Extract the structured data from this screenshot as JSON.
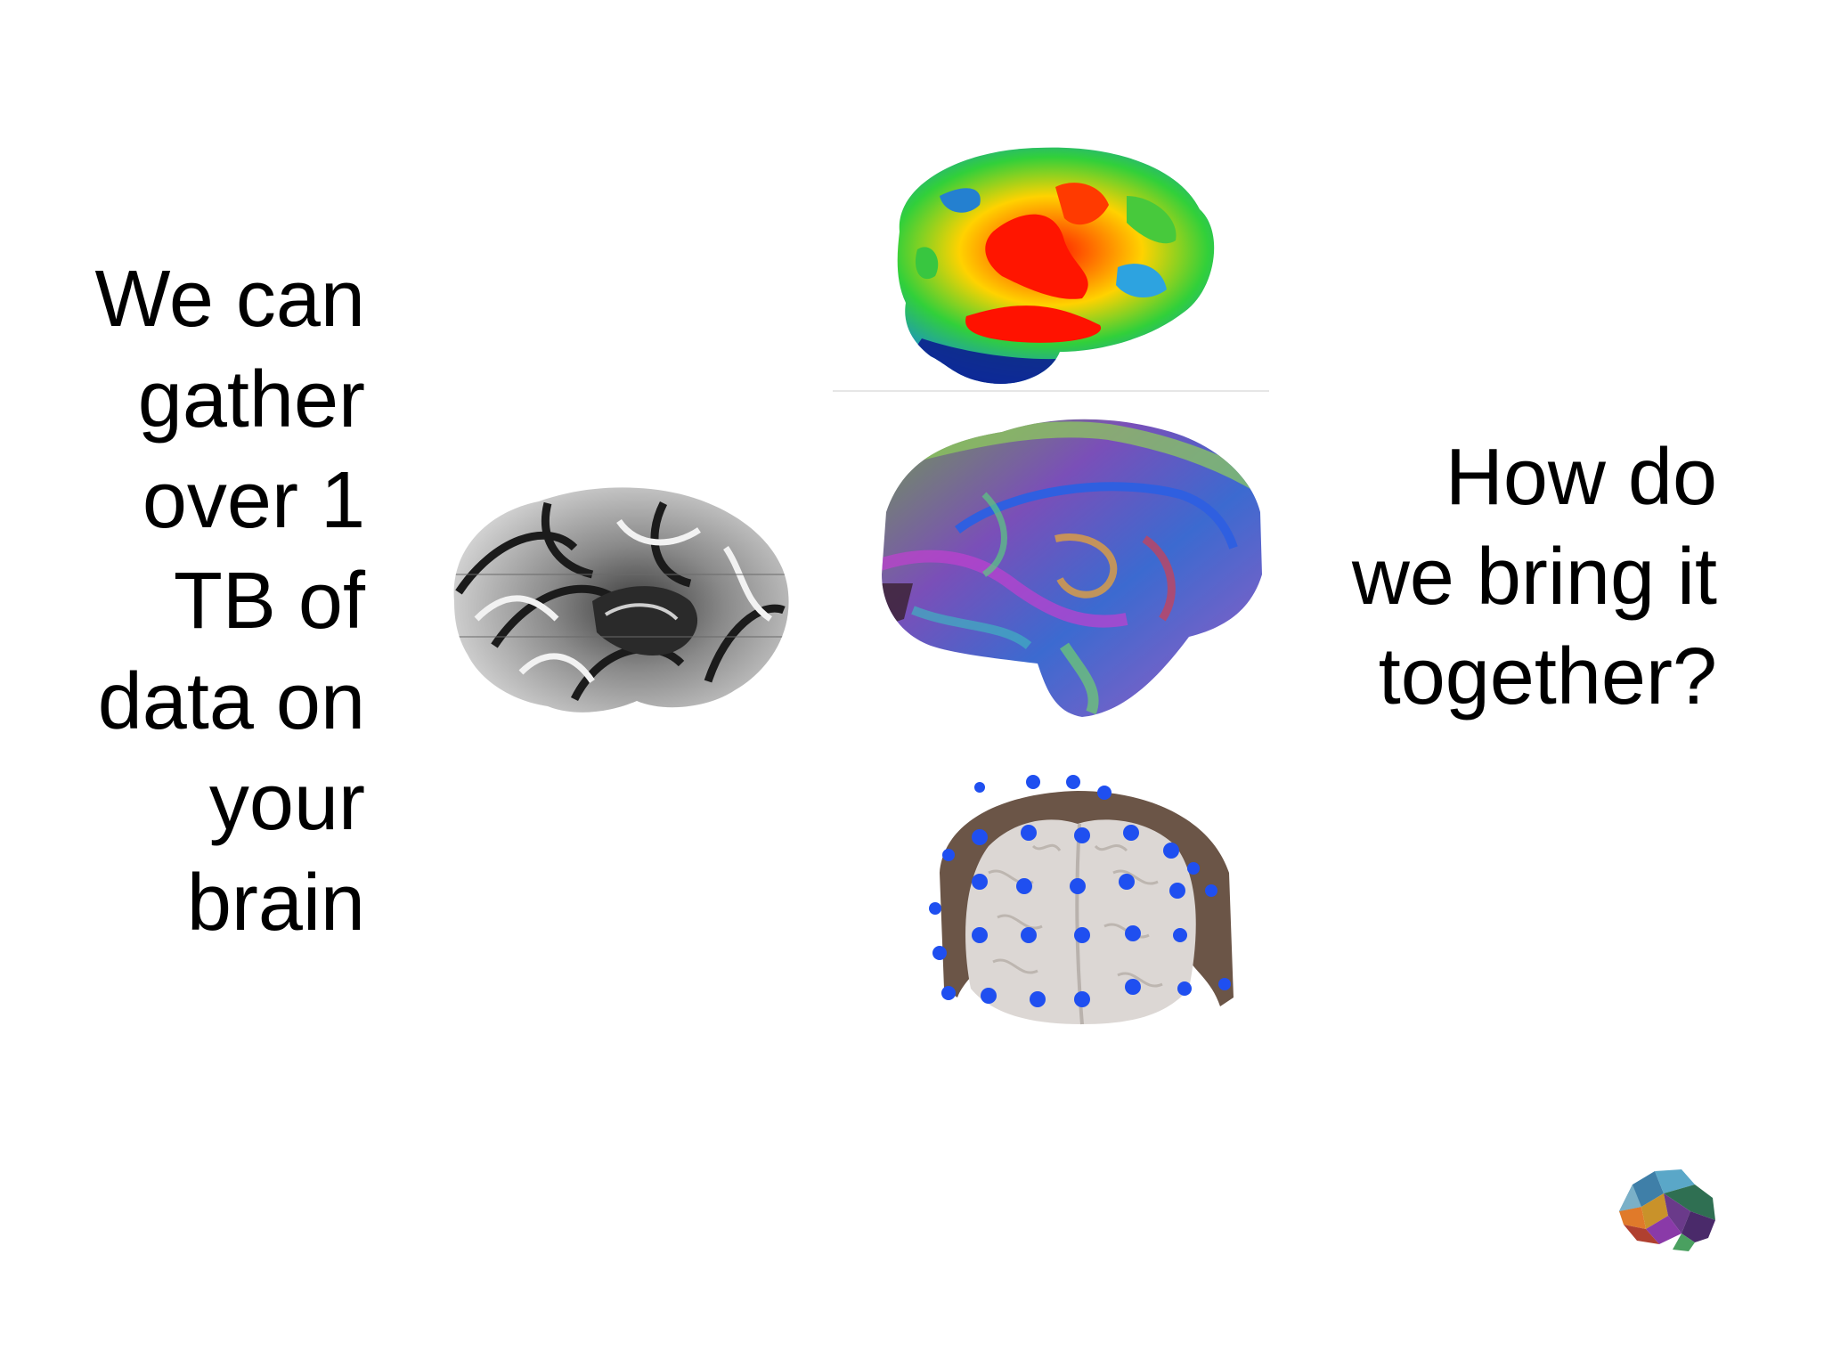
{
  "left_text": {
    "lines": [
      "We can",
      "gather",
      "over 1",
      "TB of",
      "data on",
      "your",
      "brain"
    ]
  },
  "right_text": {
    "lines": [
      "How do",
      "we bring it",
      "together?"
    ]
  },
  "images": {
    "fmri": "fmri-brain-activation-map",
    "white_matter": "white-matter-dissection",
    "dti": "dti-tractography",
    "eeg": "eeg-electrodes-on-brain",
    "logo": "low-poly-brain-logo"
  },
  "colors": {
    "background": "#ffffff",
    "text": "#000000",
    "electrode": "#1f4ff0"
  }
}
